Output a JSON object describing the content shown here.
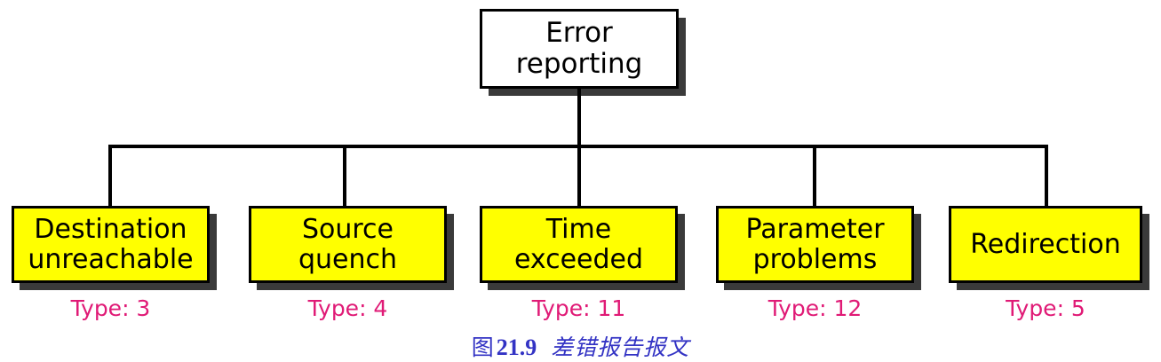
{
  "diagram": {
    "type": "tree",
    "root": {
      "label": "Error\nreporting",
      "fill": "#ffffff",
      "border": "#000000"
    },
    "leaf_fill": "#ffff00",
    "leaf_border": "#000000",
    "shadow_color": "#3a3a3a",
    "type_label_color": "#e01a76",
    "nodes": [
      {
        "label": "Destination\nunreachable",
        "type_label": "Type: 3"
      },
      {
        "label": "Source\nquench",
        "type_label": "Type: 4"
      },
      {
        "label": "Time\nexceeded",
        "type_label": "Type: 11"
      },
      {
        "label": "Parameter\nproblems",
        "type_label": "Type: 12"
      },
      {
        "label": "Redirection",
        "type_label": "Type: 5"
      }
    ]
  },
  "caption": {
    "figure_word": "图",
    "figure_number": "21.9",
    "figure_text": "差错报告报文",
    "color": "#3333c4"
  }
}
